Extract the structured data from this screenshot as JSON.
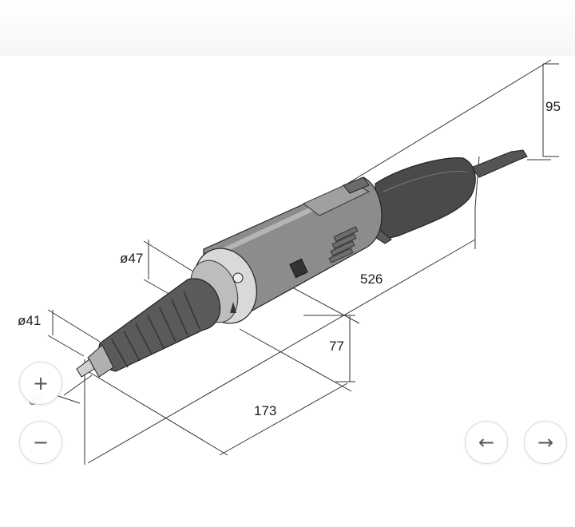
{
  "controls": {
    "zoom_in": {
      "glyph": "+",
      "icon": "plus-icon"
    },
    "zoom_out": {
      "glyph": "−",
      "icon": "minus-icon"
    },
    "prev": {
      "glyph": "←",
      "icon": "arrow-left-icon"
    },
    "next": {
      "glyph": "→",
      "icon": "arrow-right-icon"
    }
  },
  "dimensions": {
    "length_total": "526",
    "height": "95",
    "neck_diameter": "ø47",
    "nose_diameter": "ø41",
    "center_height": "77",
    "nose_length": "173",
    "hidden_partial": "30"
  },
  "colors": {
    "body_dark": "#4d4d4d",
    "body_mid": "#8a8a8a",
    "body_light": "#c8c8c8",
    "line": "#333333"
  }
}
